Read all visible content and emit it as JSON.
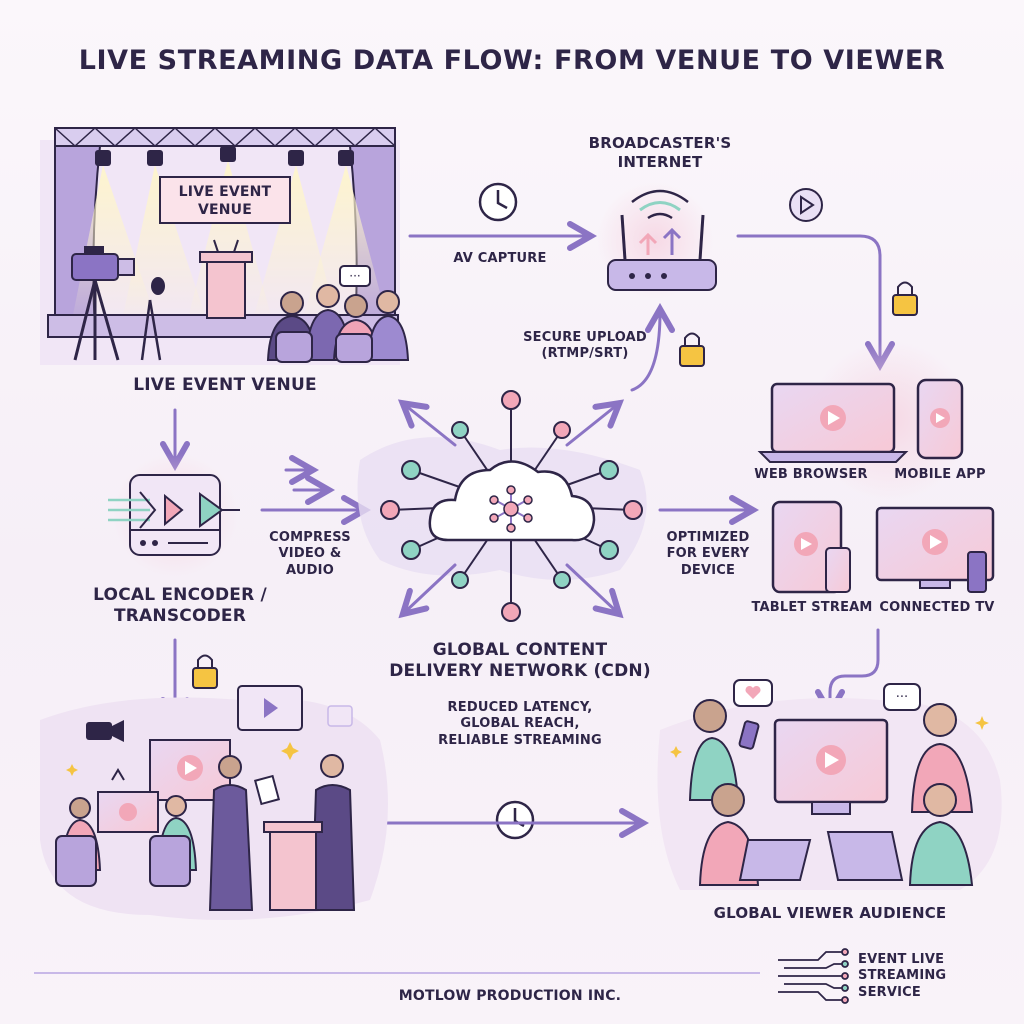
{
  "title": "LIVE STREAMING DATA FLOW: FROM VENUE TO VIEWER",
  "nodes": {
    "venue": {
      "label": "LIVE EVENT VENUE",
      "sign": "LIVE EVENT VENUE"
    },
    "internet": {
      "label": "BROADCASTER'S INTERNET"
    },
    "encoder": {
      "label": "LOCAL ENCODER / TRANSCODER"
    },
    "cdn": {
      "label": "GLOBAL CONTENT DELIVERY NETWORK (CDN)",
      "benefits": "REDUCED LATENCY, GLOBAL REACH, RELIABLE STREAMING"
    },
    "audience": {
      "label": "GLOBAL VIEWER AUDIENCE"
    }
  },
  "devices": {
    "web": "WEB BROWSER",
    "mobile": "MOBILE APP",
    "tablet": "TABLET STREAM",
    "tv": "CONNECTED TV"
  },
  "edges": {
    "av_capture": "AV CAPTURE",
    "secure_upload": "SECURE UPLOAD (RTMP/SRT)",
    "compress": "COMPRESS VIDEO & AUDIO",
    "optimized": "OPTIMIZED FOR EVERY DEVICE"
  },
  "footer": {
    "company": "MOTLOW PRODUCTION INC.",
    "service": "EVENT LIVE STREAMING SERVICE"
  },
  "colors": {
    "ink": "#2e2547",
    "lavender": "#c8b8e8",
    "purple": "#8b74c4",
    "pink": "#f2a7b8",
    "teal": "#8fd3c3",
    "gold": "#f5c442"
  }
}
